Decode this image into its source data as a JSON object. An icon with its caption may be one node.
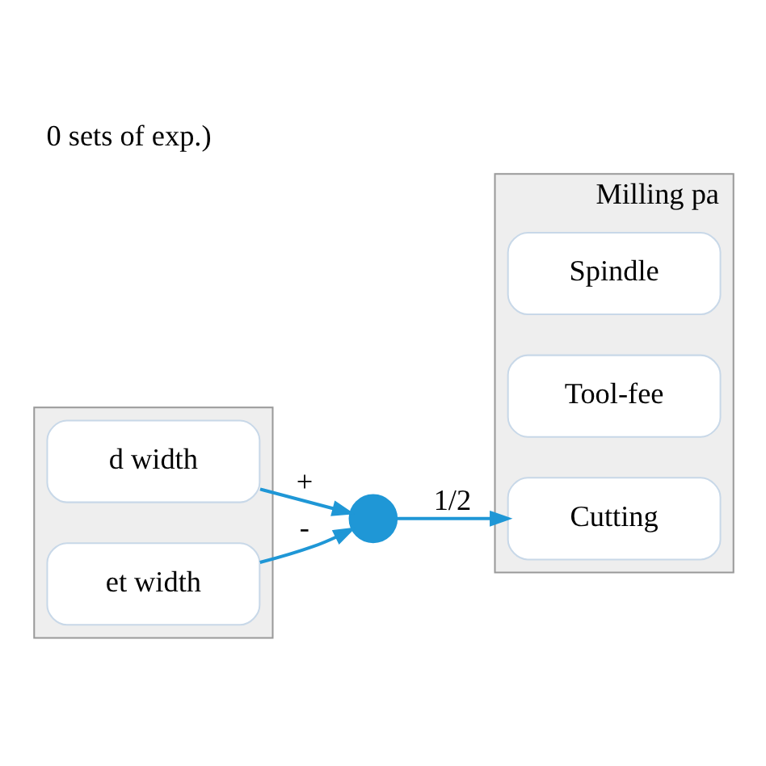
{
  "diagram": {
    "title": "0 sets of exp.)",
    "nodes": [
      {
        "text": [],
        "shape": "box"
      },
      {
        "text": [
          "d width"
        ],
        "in": 0
      },
      {
        "text": [
          "et width"
        ],
        "in": 0
      },
      {
        "text": [],
        "shape": "circle"
      },
      {
        "text": [
          "Milling pa"
        ]
      },
      {
        "text": [
          "Spindle"
        ],
        "in": 4
      },
      {
        "text": [
          "Tool-fee"
        ],
        "in": 4
      },
      {
        "text": [
          "Cutting"
        ],
        "in": 4
      }
    ],
    "edges": [
      {
        "from": 1,
        "to": 3,
        "arrow": "to",
        "label": "+",
        "color": "#1f97d6"
      },
      {
        "from": 2,
        "to": 3,
        "arrow": "to",
        "label": "-",
        "color": "#1f97d6"
      },
      {
        "from": 3,
        "to": 7,
        "arrow": "to",
        "label": "1/2",
        "color": "#1f97d6"
      }
    ]
  }
}
